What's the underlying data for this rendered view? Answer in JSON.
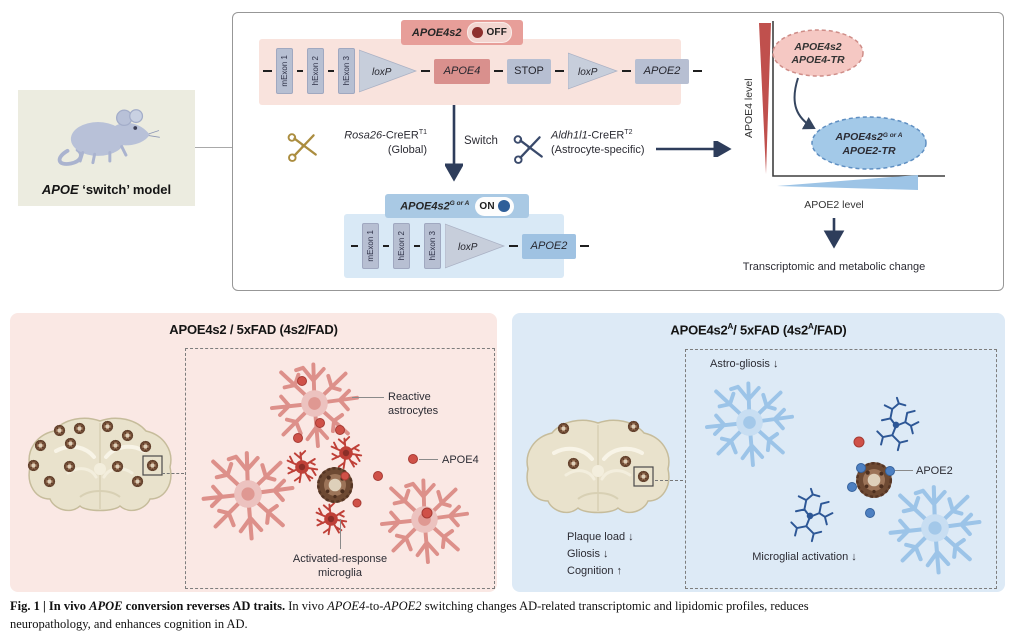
{
  "model_label": {
    "gene": "APOE",
    "rest": " ‘switch’ model"
  },
  "top": {
    "off_badge": {
      "gene": "APOE4s2",
      "state": "OFF"
    },
    "on_badge": {
      "gene": "APOE4s2",
      "sup": "G or A",
      "state": "ON"
    },
    "exons": [
      "mExon 1",
      "hExon 2",
      "hExon 3"
    ],
    "loxp": "loxP",
    "apoe4": "APOE4",
    "stop": "STOP",
    "apoe2": "APOE2",
    "rosa": {
      "gene": "Rosa26",
      "rest": "-CreER",
      "sup": "T1",
      "scope": "(Global)"
    },
    "aldh": {
      "gene": "Aldh1l1",
      "rest": "-CreER",
      "sup": "T2",
      "scope": "(Astrocyte-specific)"
    },
    "switch_label": "Switch",
    "graph": {
      "y_label": "APOE4 level",
      "x_label": "APOE2 level",
      "e1_l1": "APOE4s2",
      "e1_l2": "APOE4-TR",
      "e2_l1": "APOE4s2",
      "e2_sup": "G or A",
      "e2_l2": "APOE2-TR",
      "outcome": "Transcriptomic and metabolic change"
    }
  },
  "left_panel": {
    "title": "APOE4s2 / 5xFAD (4s2/FAD)",
    "reactive_l1": "Reactive",
    "reactive_l2": "astrocytes",
    "apoe4": "APOE4",
    "microglia_l1": "Activated-response",
    "microglia_l2": "microglia"
  },
  "right_panel": {
    "t1": "APOE4s2",
    "s1": "A",
    "t2": "/ 5xFAD (4s2",
    "s2": "A",
    "t3": "/FAD)",
    "astrogliosis": "Astro-gliosis ↓",
    "plaque_load": "Plaque load ↓",
    "gliosis": "Gliosis ↓",
    "cognition": "Cognition ↑",
    "apoe2": "APOE2",
    "microglial": "Microglial activation ↓"
  },
  "caption": {
    "fig": "Fig. 1 | ",
    "b1": "In vivo ",
    "bg": "APOE",
    "b2": " conversion reverses AD traits.",
    "t1": " In vivo ",
    "g1": "APOE4",
    "t2": "-to-",
    "g2": "APOE2",
    "t3": " switching changes AD-related transcriptomic and lipidomic profiles, reduces",
    "line2": "neuropathology, and enhances cognition in AD."
  },
  "colors": {
    "accent_red": "#c0504d",
    "accent_blue": "#9dc4e6",
    "navy": "#2e3d5b",
    "panel_pink": "#fae8e4",
    "panel_blue": "#ddeaf6"
  }
}
